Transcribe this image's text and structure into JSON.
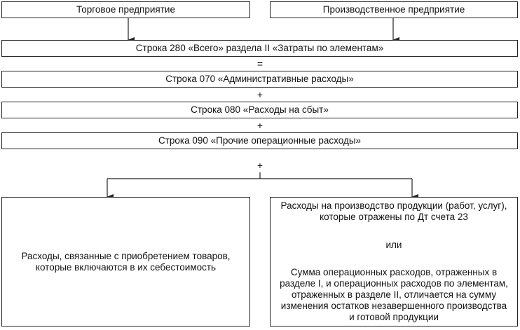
{
  "top": {
    "left": "Торговое предприятие",
    "right": "Производственное предприятие"
  },
  "rows": [
    "Строка 280 «Всего» раздела II «Затраты по элементам»",
    "Строка 070 «Административные расходы»",
    "Строка 080 «Расходы на сбыт»",
    "Строка 090 «Прочие операционные расходы»"
  ],
  "operators": [
    "=",
    "+",
    "+",
    "+"
  ],
  "bottom": {
    "left": "Расходы, связанные с приобретением товаров, которые включаются в их себестоимость",
    "right": {
      "first": "Расходы на производство продукции (работ, услуг), которые отражены по Дт счета 23",
      "or": "или",
      "second": "Сумма операционных расходов, отраженных в разделе I, и операционных расходов по элементам, отраженных в разделе II, отличается на сумму изменения остатков незавершенного производства и готовой продукции"
    }
  }
}
